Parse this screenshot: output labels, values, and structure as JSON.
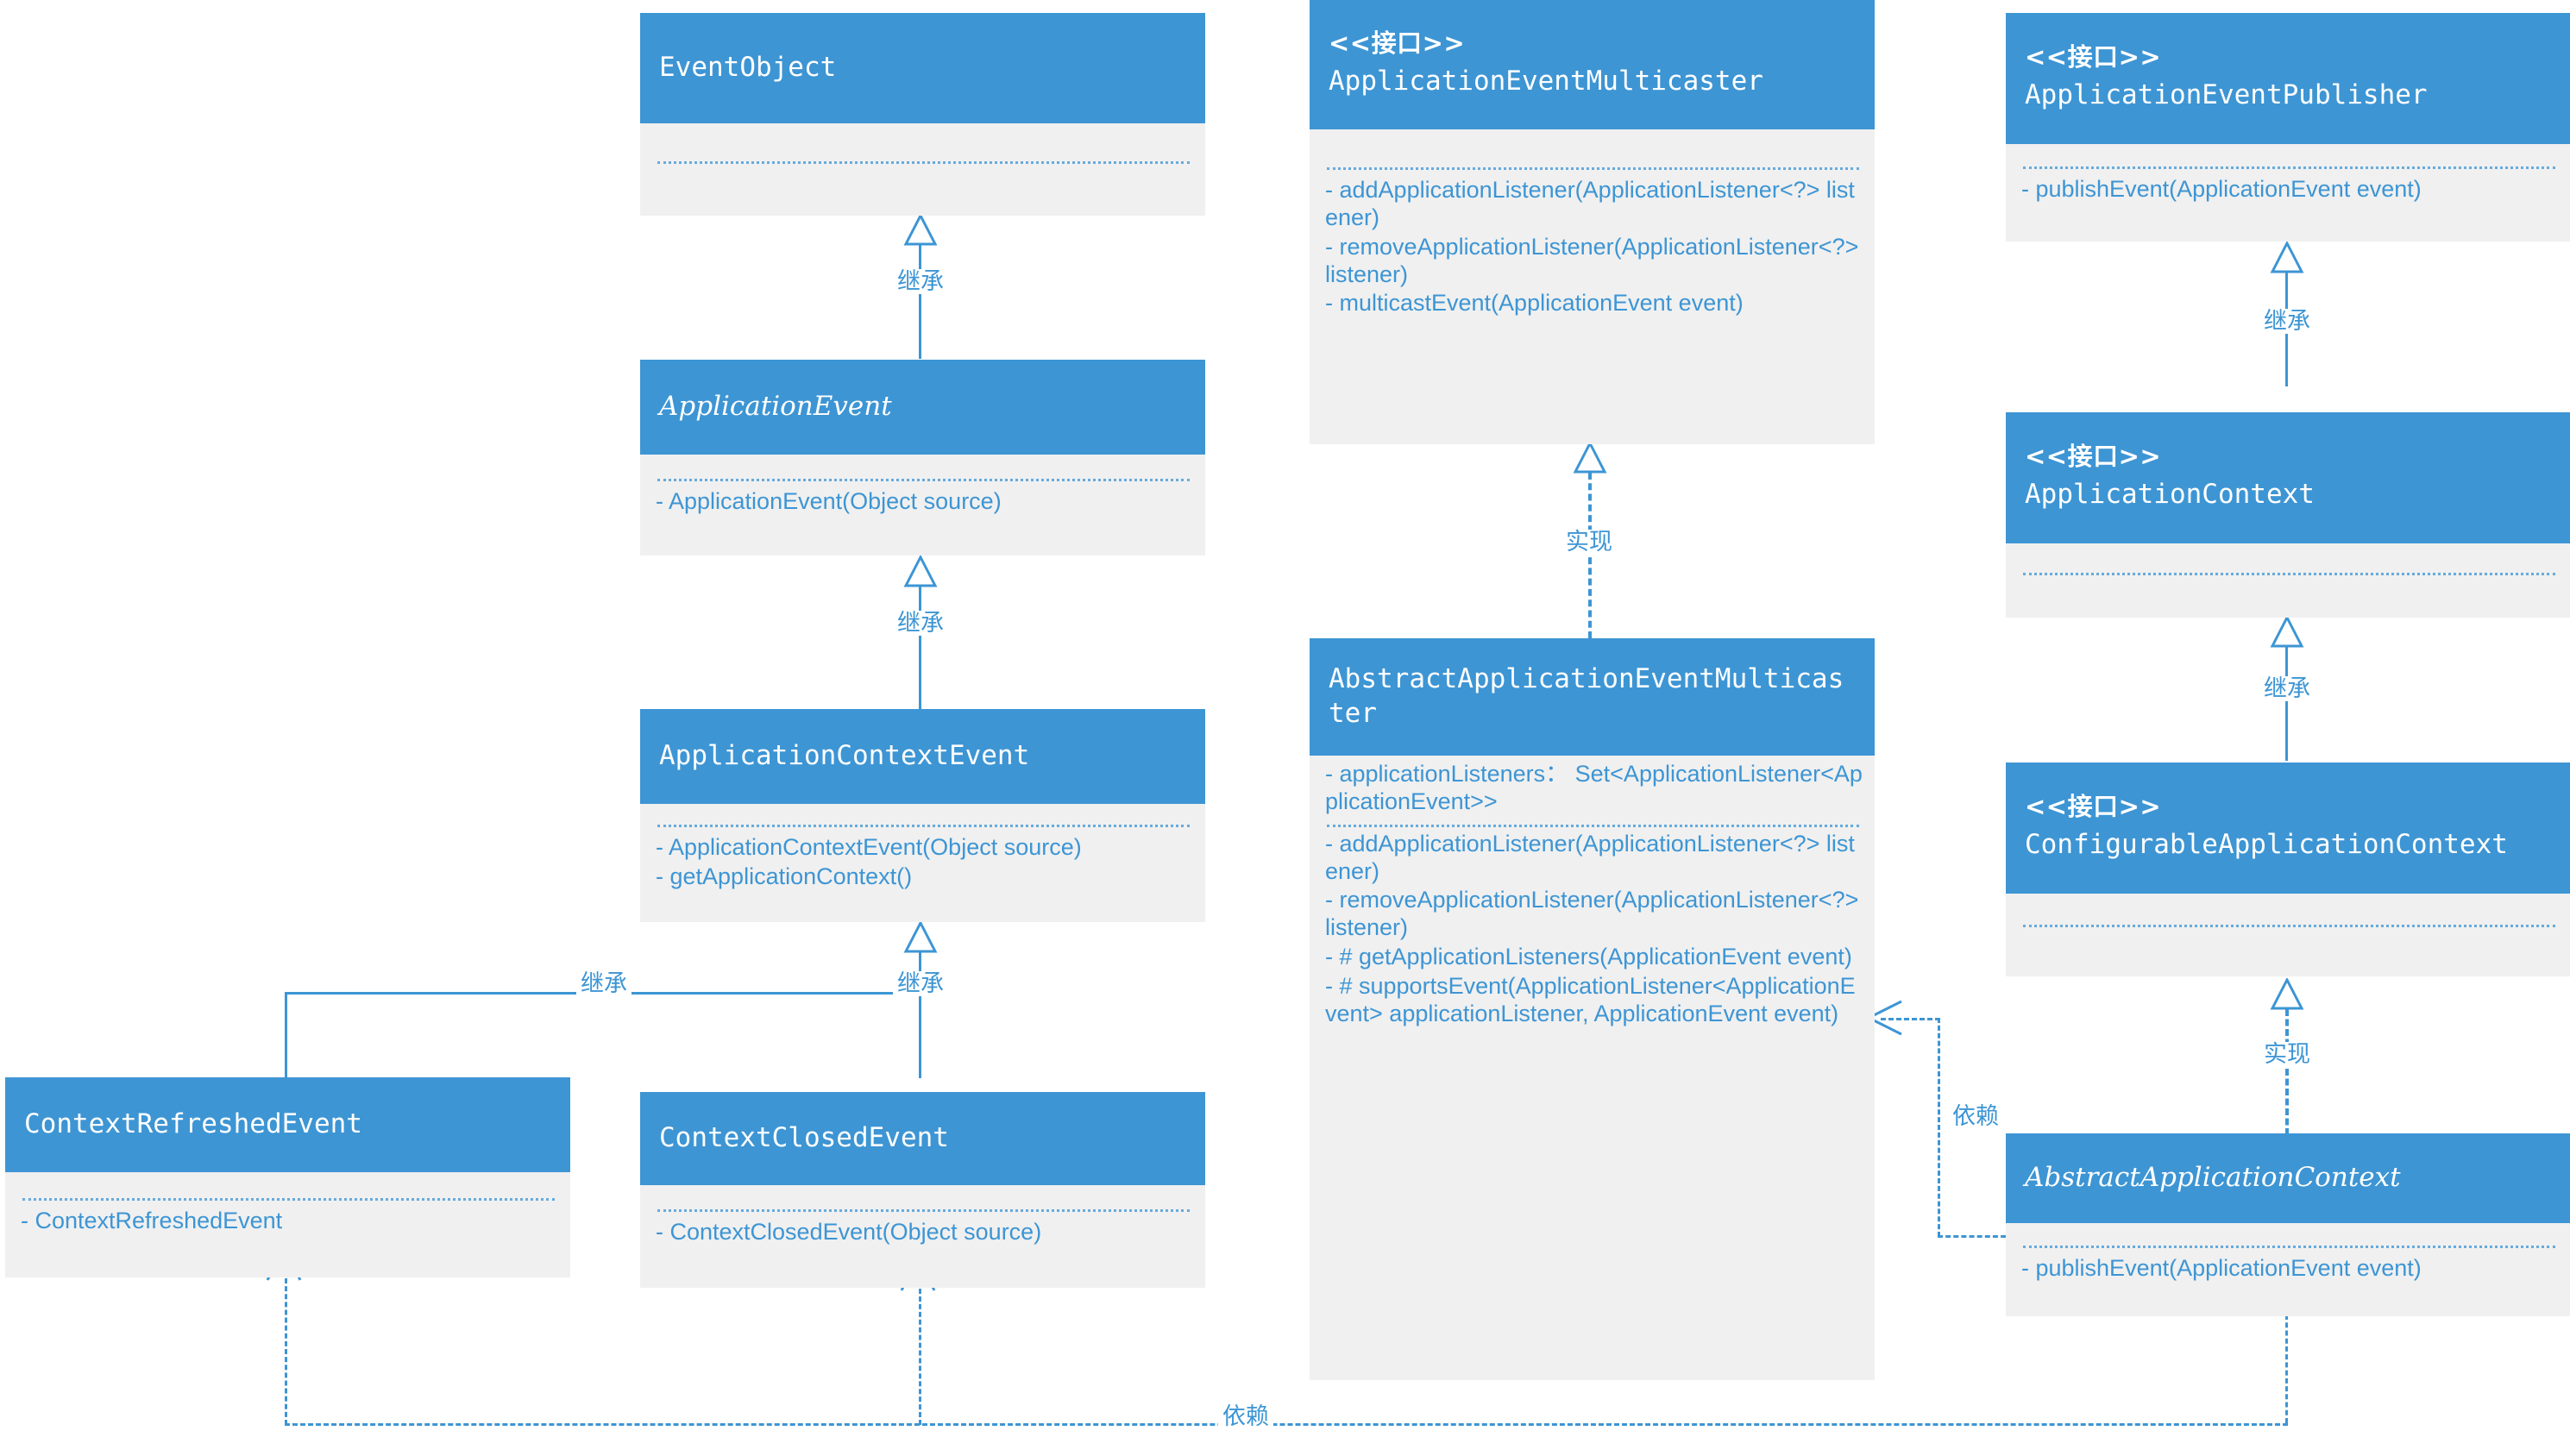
{
  "diagram": {
    "title": "Spring ApplicationEvent UML class diagram",
    "colors": {
      "header_blue": "#3d95d4",
      "body_gray": "#f0f0f0",
      "text_blue": "#3d95d4",
      "header_text": "#ffffff",
      "background": "#ffffff"
    },
    "relation_labels": {
      "inheritance": "继承",
      "realization": "实现",
      "dependency": "依赖"
    },
    "stereotype_interface": "<<接口>>"
  },
  "classes": {
    "event_object": {
      "name": "EventObject",
      "stereotype": "",
      "abstract": false,
      "attributes": [],
      "operations": []
    },
    "application_event": {
      "name": "ApplicationEvent",
      "stereotype": "",
      "abstract": true,
      "attributes": [],
      "operations": [
        "- ApplicationEvent(Object source)"
      ]
    },
    "application_context_event": {
      "name": "ApplicationContextEvent",
      "stereotype": "",
      "abstract": false,
      "attributes": [],
      "operations": [
        "- ApplicationContextEvent(Object source)",
        "- getApplicationContext()"
      ]
    },
    "context_refreshed_event": {
      "name": "ContextRefreshedEvent",
      "stereotype": "",
      "abstract": false,
      "attributes": [],
      "operations": [
        "- ContextRefreshedEvent"
      ]
    },
    "context_closed_event": {
      "name": "ContextClosedEvent",
      "stereotype": "",
      "abstract": false,
      "attributes": [],
      "operations": [
        "- ContextClosedEvent(Object source)"
      ]
    },
    "application_event_multicaster": {
      "name": "ApplicationEventMulticaster",
      "stereotype": "<<接口>>",
      "abstract": false,
      "attributes": [],
      "operations": [
        "- addApplicationListener(ApplicationListener<?> listener)",
        "- removeApplicationListener(ApplicationListener<?> listener)",
        "- multicastEvent(ApplicationEvent event)"
      ]
    },
    "abstract_application_event_multicaster": {
      "name": "AbstractApplicationEventMulticaster",
      "stereotype": "",
      "abstract": false,
      "attributes": [
        "- applicationListeners： Set<ApplicationListener<ApplicationEvent>>"
      ],
      "operations": [
        "- addApplicationListener(ApplicationListener<?> listener)",
        "- removeApplicationListener(ApplicationListener<?> listener)",
        "- # getApplicationListeners(ApplicationEvent event)",
        "- # supportsEvent(ApplicationListener<ApplicationEvent> applicationListener, ApplicationEvent event)"
      ]
    },
    "application_event_publisher": {
      "name": "ApplicationEventPublisher",
      "stereotype": "<<接口>>",
      "abstract": false,
      "attributes": [],
      "operations": [
        "- publishEvent(ApplicationEvent event)"
      ]
    },
    "application_context": {
      "name": "ApplicationContext",
      "stereotype": "<<接口>>",
      "abstract": false,
      "attributes": [],
      "operations": []
    },
    "configurable_application_context": {
      "name": "ConfigurableApplicationContext",
      "stereotype": "<<接口>>",
      "abstract": false,
      "attributes": [],
      "operations": []
    },
    "abstract_application_context": {
      "name": "AbstractApplicationContext",
      "stereotype": "",
      "abstract": true,
      "attributes": [],
      "operations": [
        "- publishEvent(ApplicationEvent event)"
      ]
    }
  },
  "relations": [
    {
      "id": "r1",
      "from": "ApplicationEvent",
      "to": "EventObject",
      "type": "继承"
    },
    {
      "id": "r2",
      "from": "ApplicationContextEvent",
      "to": "ApplicationEvent",
      "type": "继承"
    },
    {
      "id": "r3",
      "from": "ContextRefreshedEvent",
      "to": "ApplicationContextEvent",
      "type": "继承"
    },
    {
      "id": "r4",
      "from": "ContextClosedEvent",
      "to": "ApplicationContextEvent",
      "type": "继承"
    },
    {
      "id": "r5",
      "from": "AbstractApplicationEventMulticaster",
      "to": "ApplicationEventMulticaster",
      "type": "实现"
    },
    {
      "id": "r6",
      "from": "ApplicationContext",
      "to": "ApplicationEventPublisher",
      "type": "继承"
    },
    {
      "id": "r7",
      "from": "ConfigurableApplicationContext",
      "to": "ApplicationContext",
      "type": "继承"
    },
    {
      "id": "r8",
      "from": "AbstractApplicationContext",
      "to": "ConfigurableApplicationContext",
      "type": "实现"
    },
    {
      "id": "r9",
      "from": "AbstractApplicationContext",
      "to": "AbstractApplicationEventMulticaster",
      "type": "依赖"
    },
    {
      "id": "r10",
      "from": "AbstractApplicationContext",
      "to": "ContextRefreshedEvent / ContextClosedEvent",
      "type": "依赖"
    }
  ]
}
